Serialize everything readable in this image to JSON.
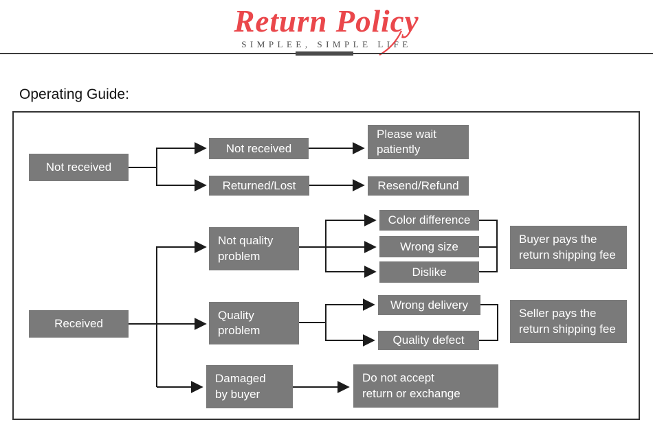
{
  "header": {
    "title": "Return Policy",
    "subtitle": "SIMPLEE, SIMPLE LIFE"
  },
  "section": {
    "title": "Operating Guide:"
  },
  "colors": {
    "accent_red": "#ea474b",
    "node_bg": "#7a7a7a",
    "node_text": "#ffffff",
    "connector": "#1c1c1c",
    "frame_border": "#333333"
  },
  "nodes": {
    "not_received_1": "Not received",
    "not_received_2": "Not received",
    "returned_lost": "Returned/Lost",
    "please_wait": "Please wait\npatiently",
    "resend_refund": "Resend/Refund",
    "received": "Received",
    "not_quality_problem": "Not quality\nproblem",
    "quality_problem": "Quality\nproblem",
    "damaged_by_buyer": "Damaged\nby buyer",
    "color_difference": "Color difference",
    "wrong_size": "Wrong size",
    "dislike": "Dislike",
    "wrong_delivery": "Wrong delivery",
    "quality_defect": "Quality defect",
    "buyer_pays": "Buyer pays the\nreturn shipping fee",
    "seller_pays": "Seller pays the\nreturn shipping fee",
    "do_not_accept": "Do not accept\nreturn or exchange"
  },
  "edges": [
    [
      "not_received_1",
      "not_received_2"
    ],
    [
      "not_received_1",
      "returned_lost"
    ],
    [
      "not_received_2",
      "please_wait"
    ],
    [
      "returned_lost",
      "resend_refund"
    ],
    [
      "received",
      "not_quality_problem"
    ],
    [
      "received",
      "quality_problem"
    ],
    [
      "received",
      "damaged_by_buyer"
    ],
    [
      "not_quality_problem",
      "color_difference"
    ],
    [
      "not_quality_problem",
      "wrong_size"
    ],
    [
      "not_quality_problem",
      "dislike"
    ],
    [
      "color_difference",
      "buyer_pays"
    ],
    [
      "wrong_size",
      "buyer_pays"
    ],
    [
      "dislike",
      "buyer_pays"
    ],
    [
      "quality_problem",
      "wrong_delivery"
    ],
    [
      "quality_problem",
      "quality_defect"
    ],
    [
      "wrong_delivery",
      "seller_pays"
    ],
    [
      "quality_defect",
      "seller_pays"
    ],
    [
      "damaged_by_buyer",
      "do_not_accept"
    ]
  ]
}
